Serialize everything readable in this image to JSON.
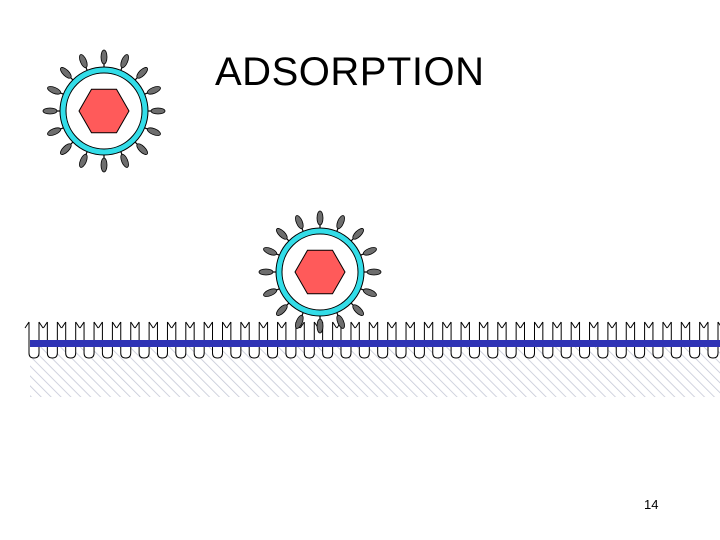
{
  "slide": {
    "title": "ADSORPTION",
    "page_number": "14"
  },
  "colors": {
    "capsid": "#ff5a5a",
    "envelope": "#33dde8",
    "spike": "#6e6e6e",
    "membrane": "#2f33b5",
    "hatch": "#c5c8d6"
  },
  "virions": [
    {
      "name": "free-virion"
    },
    {
      "name": "attached-virion"
    }
  ],
  "cell": {
    "receptor_count": 38
  }
}
